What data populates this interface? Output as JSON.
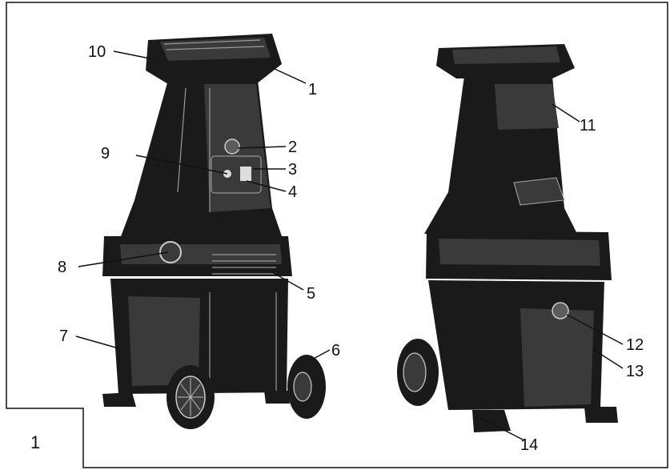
{
  "figure_number": "1",
  "callouts": [
    "10",
    "1",
    "2",
    "9",
    "3",
    "4",
    "8",
    "5",
    "7",
    "6",
    "11",
    "12",
    "13",
    "14"
  ],
  "colors": {
    "body": "#1a1a1a",
    "panel": "#3a3a3a",
    "highlight": "#9a9a9a",
    "frame": "#111111"
  }
}
